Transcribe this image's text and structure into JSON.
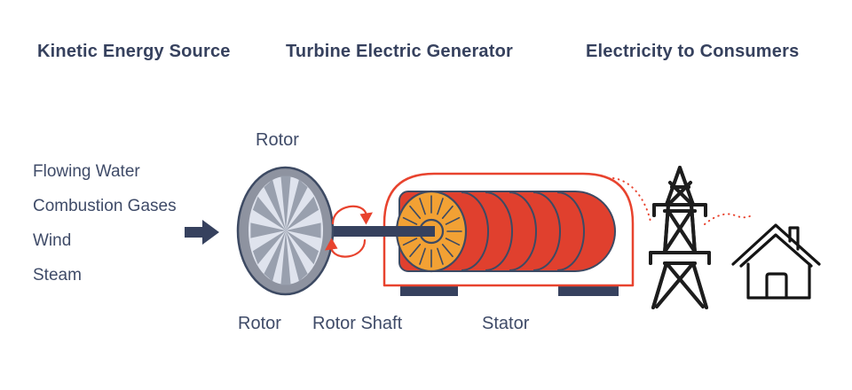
{
  "headers": {
    "kinetic_energy_source": "Kinetic Energy Source",
    "turbine_electric_generator": "Turbine Electric Generator",
    "electricity_to_consumers": "Electricity to Consumers"
  },
  "kinetic_sources": [
    "Flowing Water",
    "Combustion Gases",
    "Wind",
    "Steam"
  ],
  "labels": {
    "rotor_top": "Rotor",
    "rotor_bottom": "Rotor",
    "rotor_shaft": "Rotor Shaft",
    "stator": "Stator"
  },
  "icons": {
    "flow_arrow": "right-block-arrow",
    "turbine_rotor": "bladed-rotor-disc",
    "rotation_arrows": "clockwise-rotation-arrows",
    "stator_housing": "arched-generator-housing",
    "stator_coil": "red-coil-with-orange-end-cap",
    "power_lines": "red-dotted-power-lines",
    "transmission_tower": "lattice-pylon",
    "house": "outlined-house-with-chimney"
  },
  "colors": {
    "navy": "#36415e",
    "label_navy": "#3f4b68",
    "outline_navy": "#3d4a63",
    "red": "#e8432e",
    "coil_red": "#e0402e",
    "orange": "#f2a134",
    "ring_gray": "#8e93a0",
    "blade_gray": "#99a0ae",
    "disc_light": "#dfe3ed",
    "line_black": "#1d1d1d"
  }
}
